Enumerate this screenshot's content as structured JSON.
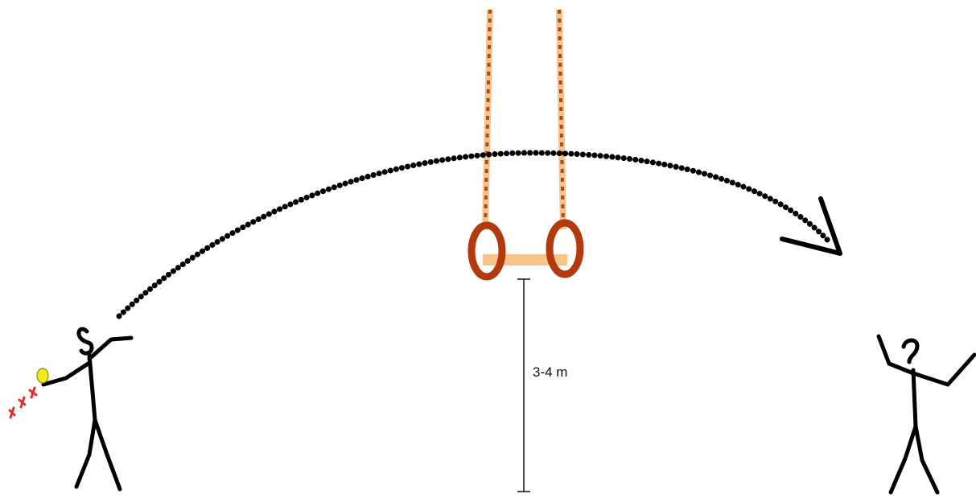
{
  "diagram": {
    "height_label": "3-4 m",
    "colors": {
      "rope_base": "#F5C48E",
      "rope_pattern": "#B24A14",
      "ring": "#B23A0C",
      "bar": "#F7C48C",
      "trajectory": "#000000",
      "ball": "#F2EC1A",
      "motion_marks": "#E03030",
      "figure": "#000000"
    },
    "icons": {
      "thrower": "stick-figure-throwing",
      "catcher": "stick-figure-catching",
      "apparatus": "gymnastic-rings",
      "ball": "ball-icon",
      "arrow": "arrowhead-icon"
    }
  }
}
